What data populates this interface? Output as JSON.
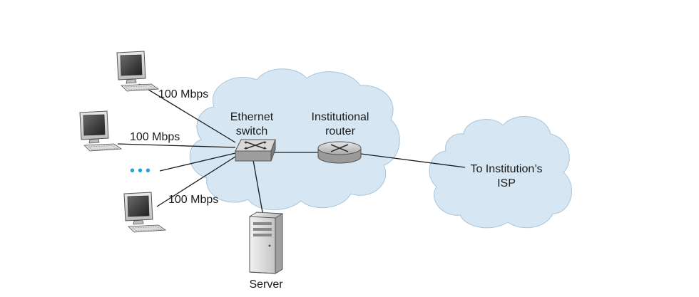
{
  "diagram": {
    "links": {
      "host1_speed": "100 Mbps",
      "host2_speed": "100 Mbps",
      "host3_speed": "100 Mbps"
    },
    "switch": {
      "line1": "Ethernet",
      "line2": "switch"
    },
    "router": {
      "line1": "Institutional",
      "line2": "router"
    },
    "isp": {
      "line1": "To Institution’s",
      "line2": "ISP"
    },
    "server": {
      "label": "Server"
    },
    "more_hosts": "•••",
    "colors": {
      "cloud_fill": "#d6e7f3",
      "cloud_stroke": "#a9c4d8",
      "dots": "#19a6e0",
      "line": "#1a1a1a"
    }
  }
}
